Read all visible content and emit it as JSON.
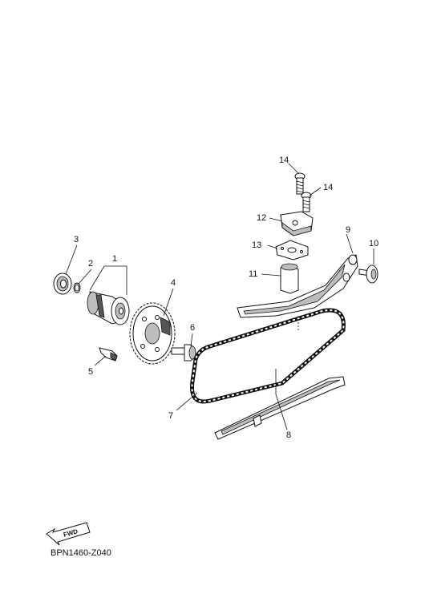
{
  "diagram": {
    "part_code": "BPN1460-Z040",
    "fwd_label": "FWD",
    "callouts": [
      {
        "id": "1",
        "label": "1"
      },
      {
        "id": "2",
        "label": "2"
      },
      {
        "id": "3",
        "label": "3"
      },
      {
        "id": "4",
        "label": "4"
      },
      {
        "id": "5",
        "label": "5"
      },
      {
        "id": "6",
        "label": "6"
      },
      {
        "id": "7",
        "label": "7"
      },
      {
        "id": "8",
        "label": "8"
      },
      {
        "id": "9",
        "label": "9"
      },
      {
        "id": "10",
        "label": "10"
      },
      {
        "id": "11",
        "label": "11"
      },
      {
        "id": "12",
        "label": "12"
      },
      {
        "id": "13",
        "label": "13"
      },
      {
        "id": "14a",
        "label": "14"
      },
      {
        "id": "14b",
        "label": "14"
      }
    ]
  }
}
